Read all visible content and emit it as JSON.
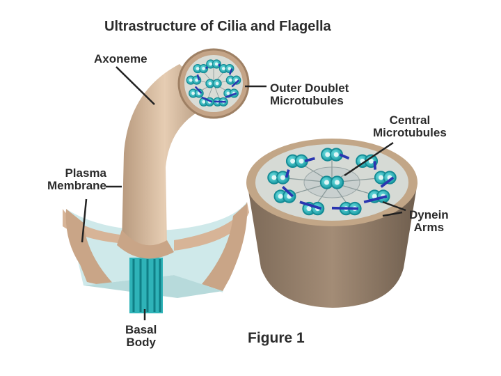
{
  "title": "Ultrastructure of Cilia and Flagella",
  "labels": {
    "axoneme": "Axoneme",
    "outer_doublet_1": "Outer Doublet",
    "outer_doublet_2": "Microtubules",
    "central_1": "Central",
    "central_2": "Microtubules",
    "plasma_1": "Plasma",
    "plasma_2": "Membrane",
    "dynein_1": "Dynein",
    "dynein_2": "Arms",
    "basal_1": "Basal",
    "basal_2": "Body"
  },
  "figure_caption": "Figure 1",
  "colors": {
    "membrane": "#d9b99a",
    "membrane_dark": "#a98d72",
    "cylinder_wall": "#8f7a66",
    "microtubule": "#35c1c6",
    "microtubule_dark": "#138a94",
    "dynein": "#2a35b0",
    "interior": "#d8dcd8",
    "base_plate": "#cfe9ea"
  }
}
